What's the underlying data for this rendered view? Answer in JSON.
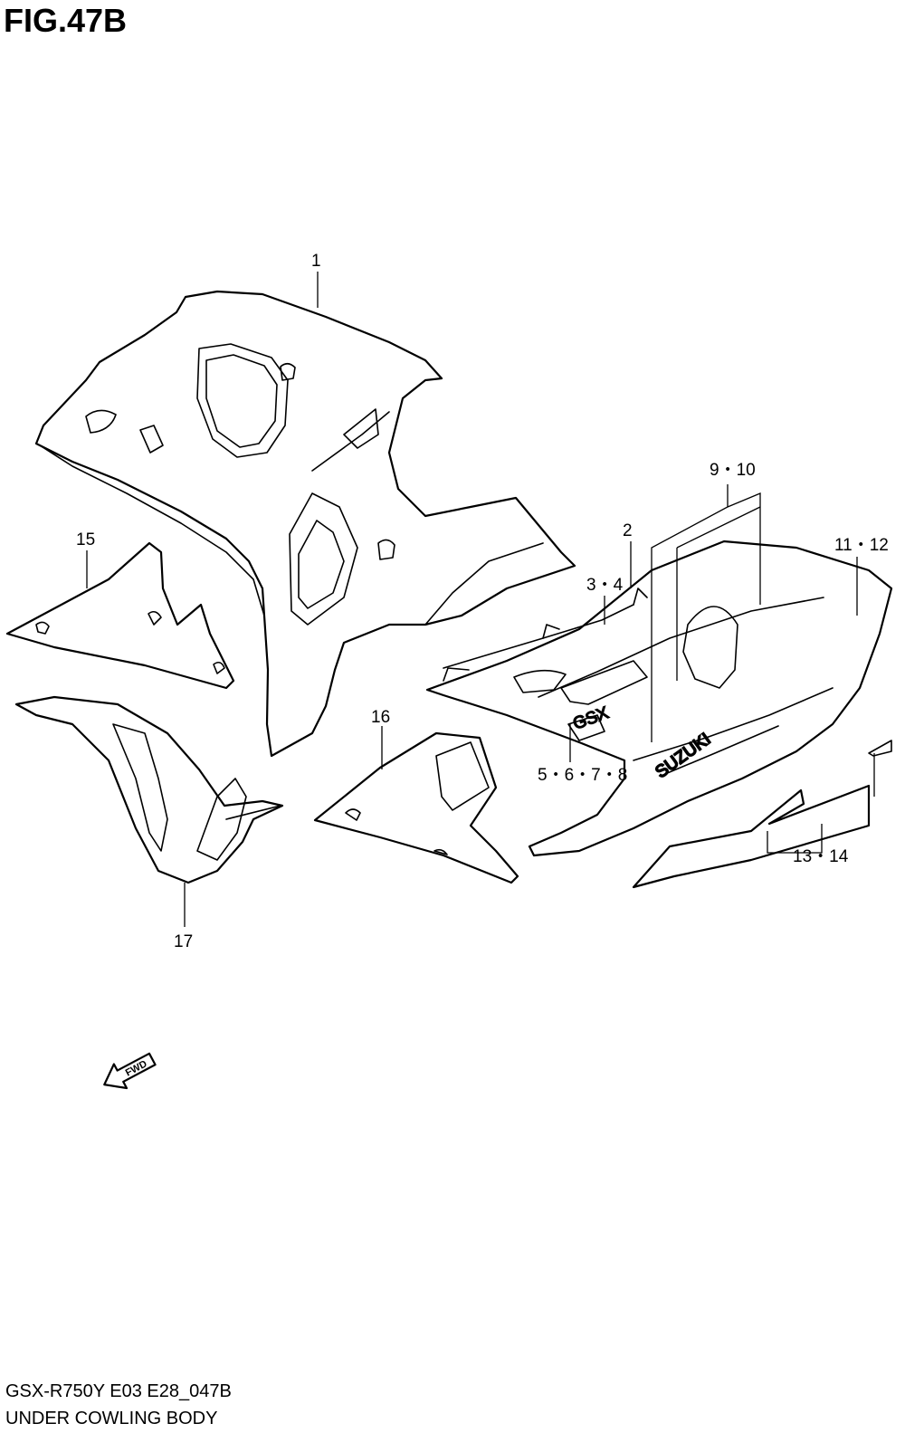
{
  "figure": {
    "title": "FIG.47B"
  },
  "callouts": {
    "c1": "1",
    "c2": "2",
    "c3_4": "3・4",
    "c5_8": "5・6・7・8",
    "c9_10": "9・10",
    "c11_12": "11・12",
    "c13_14": "13・14",
    "c15": "15",
    "c16": "16",
    "c17": "17"
  },
  "decal": {
    "brand": "SUZUKI",
    "model": "GSX"
  },
  "direction": {
    "label": "FWD"
  },
  "footer": {
    "code": "GSX-R750Y E03 E28_047B",
    "name": "UNDER COWLING BODY"
  }
}
